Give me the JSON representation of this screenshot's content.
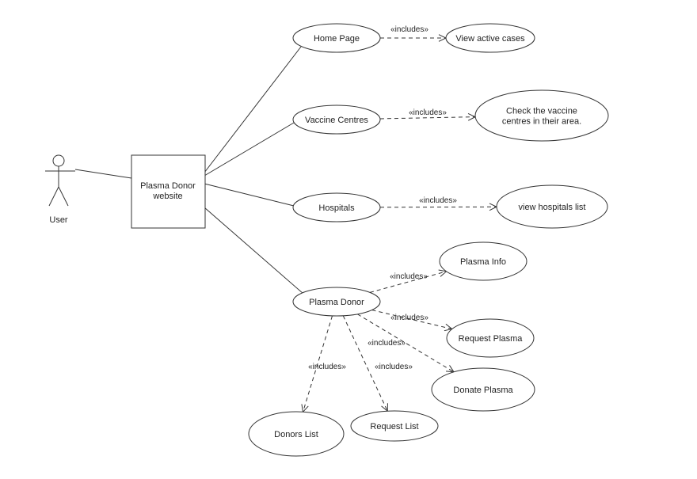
{
  "actor": {
    "label": "User"
  },
  "system": {
    "lines": [
      "Plasma Donor",
      "website"
    ]
  },
  "use_cases": {
    "home": {
      "lines": [
        "Home Page"
      ]
    },
    "active": {
      "lines": [
        "View active cases"
      ]
    },
    "vaccine": {
      "lines": [
        "Vaccine Centres"
      ]
    },
    "check": {
      "lines": [
        "Check the vaccine",
        "centres in their area."
      ]
    },
    "hospitals": {
      "lines": [
        "Hospitals"
      ]
    },
    "hosplist": {
      "lines": [
        "view hospitals list"
      ]
    },
    "plasma": {
      "lines": [
        "Plasma Donor"
      ]
    },
    "info": {
      "lines": [
        "Plasma Info"
      ]
    },
    "request": {
      "lines": [
        "Request Plasma"
      ]
    },
    "donate": {
      "lines": [
        "Donate Plasma"
      ]
    },
    "reqlist": {
      "lines": [
        "Request List"
      ]
    },
    "donors": {
      "lines": [
        "Donors List"
      ]
    }
  },
  "relations": [
    {
      "from": "home",
      "to": "active",
      "label": "«includes»"
    },
    {
      "from": "vaccine",
      "to": "check",
      "label": "«includes»"
    },
    {
      "from": "hospitals",
      "to": "hosplist",
      "label": "«includes»"
    },
    {
      "from": "plasma",
      "to": "info",
      "label": "«includes»"
    },
    {
      "from": "plasma",
      "to": "request",
      "label": "«includes»"
    },
    {
      "from": "plasma",
      "to": "donate",
      "label": "«includes»"
    },
    {
      "from": "plasma",
      "to": "reqlist",
      "label": "«includes»"
    },
    {
      "from": "plasma",
      "to": "donors",
      "label": "«includes»"
    }
  ]
}
